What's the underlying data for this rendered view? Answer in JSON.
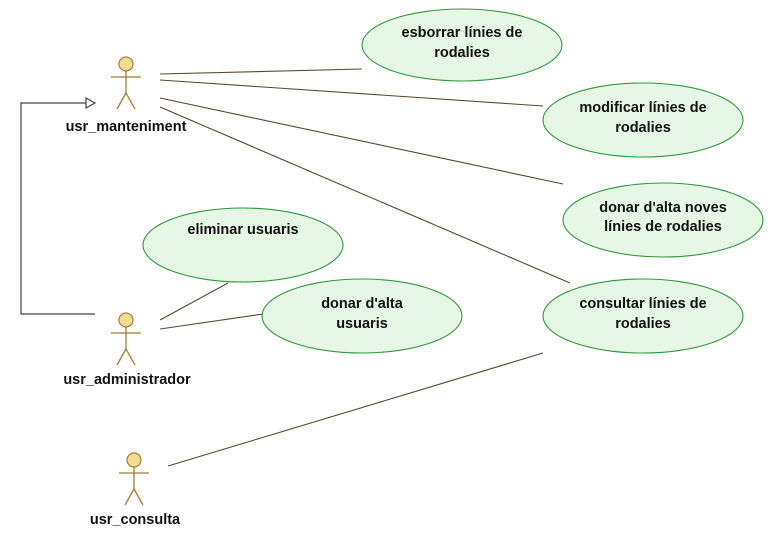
{
  "actors": [
    {
      "id": "mant",
      "name": "usr_manteniment"
    },
    {
      "id": "admin",
      "name": "usr_administrador"
    },
    {
      "id": "cons",
      "name": "usr_consulta"
    }
  ],
  "use_cases": [
    {
      "id": "uc_esborrar",
      "lines": [
        "esborrar línies de",
        "rodalies"
      ]
    },
    {
      "id": "uc_modificar",
      "lines": [
        "modificar línies de",
        "rodalies"
      ]
    },
    {
      "id": "uc_alta_linies",
      "lines": [
        "donar d'alta noves",
        "línies de rodalies"
      ]
    },
    {
      "id": "uc_eliminar",
      "lines": [
        "eliminar usuaris"
      ]
    },
    {
      "id": "uc_alta_usuaris",
      "lines": [
        "donar d'alta",
        "usuaris"
      ]
    },
    {
      "id": "uc_consultar",
      "lines": [
        "consultar línies de",
        "rodalies"
      ]
    }
  ],
  "associations": [
    {
      "from": "mant",
      "to": "uc_esborrar"
    },
    {
      "from": "mant",
      "to": "uc_modificar"
    },
    {
      "from": "mant",
      "to": "uc_alta_linies"
    },
    {
      "from": "mant",
      "to": "uc_consultar"
    },
    {
      "from": "admin",
      "to": "uc_eliminar"
    },
    {
      "from": "admin",
      "to": "uc_alta_usuaris"
    },
    {
      "from": "cons",
      "to": "uc_consultar"
    }
  ],
  "generalizations": [
    {
      "child": "admin",
      "parent": "mant"
    }
  ],
  "colors": {
    "usecase_fill": "#e6f7e6",
    "usecase_stroke": "#2e9a3c",
    "actor_fill": "#f3dc96",
    "actor_stroke": "#a08030",
    "line": "#5a4a2a",
    "generalization": "#444444"
  }
}
